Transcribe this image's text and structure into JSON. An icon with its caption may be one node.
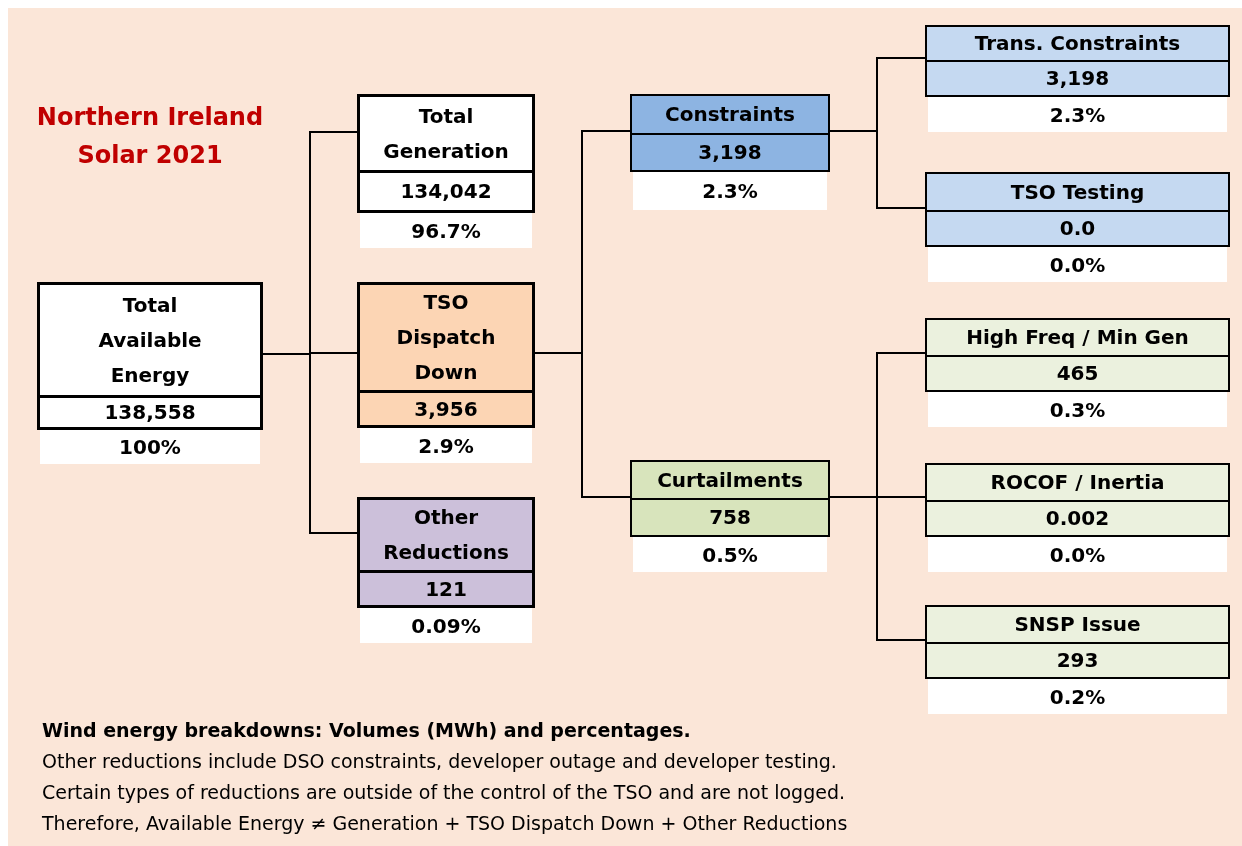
{
  "diagram": {
    "title": "Northern Ireland Solar 2021",
    "caption": "Wind energy breakdowns: Volumes (MWh) and percentages.",
    "nodes": [
      {
        "text": [
          "Total Available Energy",
          "138,558"
        ],
        "beside": [
          "100%"
        ]
      },
      {
        "text": [
          "Total Generation",
          "134,042"
        ],
        "beside": [
          "96.7%"
        ]
      },
      {
        "text": [
          "TSO Dispatch Down",
          "3,956"
        ],
        "beside": [
          "2.9%"
        ]
      },
      {
        "text": [
          "Other Reductions",
          "121"
        ],
        "beside": [
          "0.09%"
        ]
      },
      {
        "text": [
          "Constraints",
          "3,198"
        ],
        "beside": [
          "2.3%"
        ]
      },
      {
        "text": [
          "Curtailments",
          "758"
        ],
        "beside": [
          "0.5%"
        ]
      },
      {
        "text": [
          "Trans. Constraints",
          "3,198"
        ],
        "beside": [
          "2.3%"
        ]
      },
      {
        "text": [
          "TSO Testing",
          "0.0"
        ],
        "beside": [
          "0.0%"
        ]
      },
      {
        "text": [
          "High Freq / Min Gen",
          "465"
        ],
        "beside": [
          "0.3%"
        ]
      },
      {
        "text": [
          "ROCOF / Inertia",
          "0.002"
        ],
        "beside": [
          "0.0%"
        ]
      },
      {
        "text": [
          "SNSP Issue",
          "293"
        ],
        "beside": [
          "0.2%"
        ]
      }
    ],
    "edges": [
      {
        "from": 0,
        "to": 1,
        "arrow": "none"
      },
      {
        "from": 0,
        "to": 2,
        "arrow": "none"
      },
      {
        "from": 0,
        "to": 3,
        "arrow": "none"
      },
      {
        "from": 2,
        "to": 4,
        "arrow": "none"
      },
      {
        "from": 2,
        "to": 5,
        "arrow": "none"
      },
      {
        "from": 4,
        "to": 6,
        "arrow": "none"
      },
      {
        "from": 4,
        "to": 7,
        "arrow": "none"
      },
      {
        "from": 5,
        "to": 8,
        "arrow": "none"
      },
      {
        "from": 5,
        "to": 9,
        "arrow": "none"
      },
      {
        "from": 5,
        "to": 10,
        "arrow": "none"
      }
    ],
    "labels": [
      "Other reductions include DSO constraints, developer outage and developer testing.",
      "Certain types of reductions are outside of the control of the TSO and are not logged.",
      "Therefore, Available Energy ≠ Generation + TSO Dispatch Down + Other Reductions"
    ]
  }
}
